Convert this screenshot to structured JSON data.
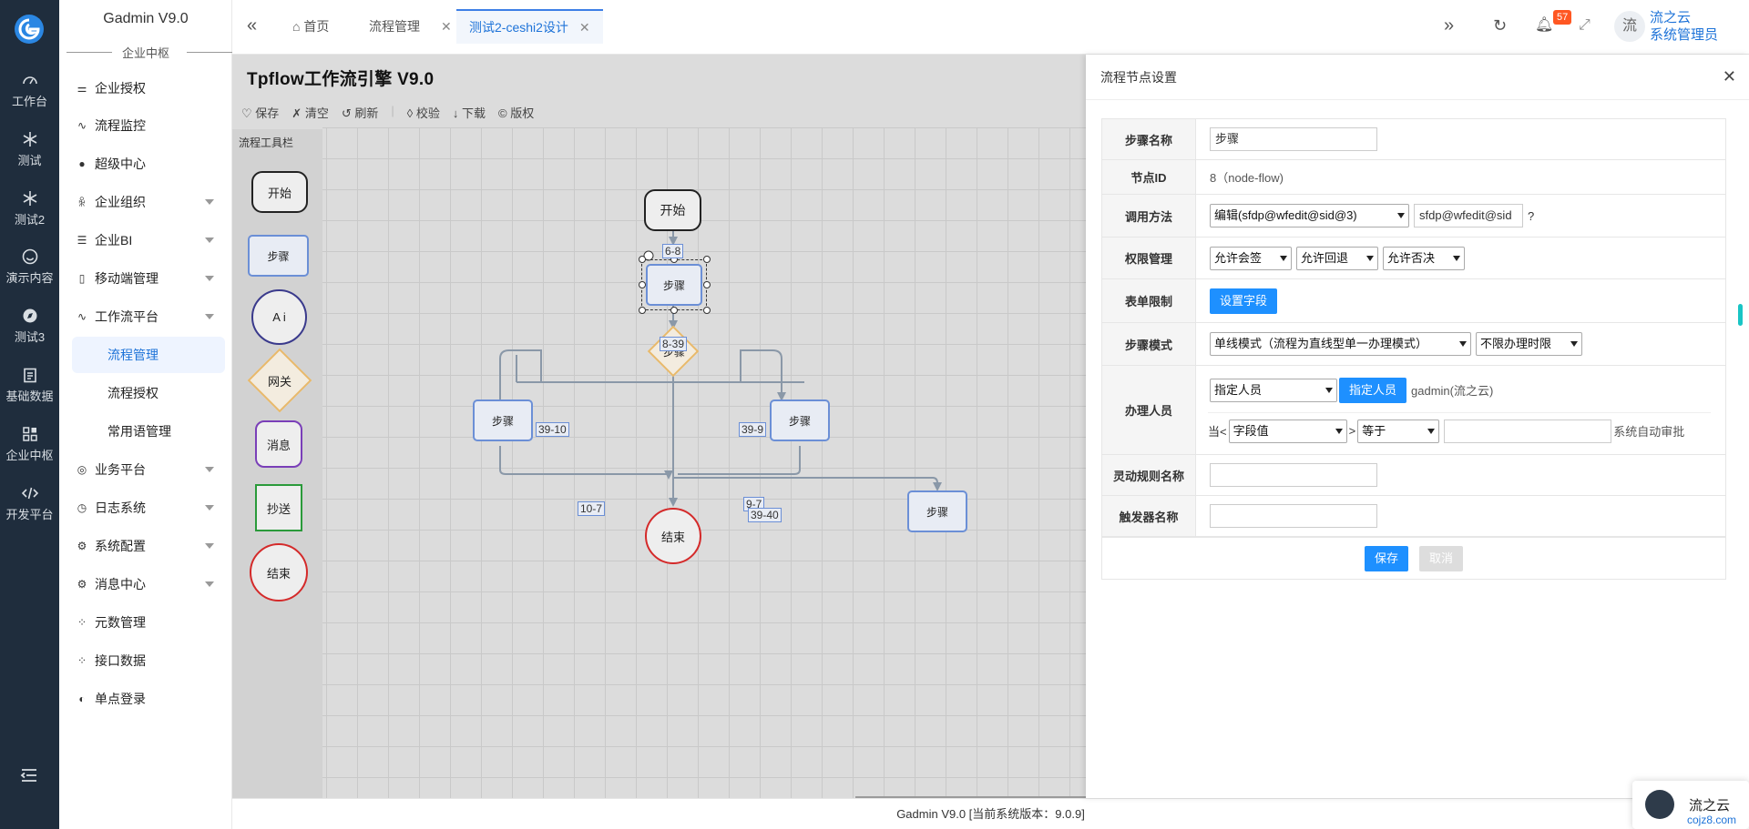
{
  "rail": {
    "items": [
      "工作台",
      "测试",
      "测试2",
      "演示内容",
      "测试3",
      "基础数据",
      "企业中枢",
      "开发平台"
    ]
  },
  "menu": {
    "brand": "Gadmin V9.0",
    "section": "企业中枢",
    "items": [
      "企业授权",
      "流程监控",
      "超级中心",
      "企业组织",
      "企业BI",
      "移动端管理",
      "工作流平台",
      "流程管理",
      "流程授权",
      "常用语管理",
      "业务平台",
      "日志系统",
      "系统配置",
      "消息中心",
      "元数管理",
      "接口数据",
      "单点登录"
    ]
  },
  "tabs": [
    "首页",
    "流程管理",
    "测试2-ceshi2设计"
  ],
  "header": {
    "badge": "57",
    "avatar": "流",
    "user_name": "流之云",
    "user_role": "系统管理员"
  },
  "designer": {
    "title": "Tpflow工作流引擎 V9.0",
    "toolbar": [
      "保存",
      "清空",
      "刷新",
      "校验",
      "下载",
      "版权"
    ],
    "palette_title": "流程工具栏",
    "palette": [
      "开始",
      "步骤",
      "A i",
      "网关",
      "消息",
      "抄送",
      "结束"
    ],
    "nodes": {
      "start": "开始",
      "step_main": "步骤",
      "gateway": "步骤",
      "step_left": "步骤",
      "step_right": "步骤",
      "end": "结束",
      "step_far": "步骤"
    },
    "edge_labels": [
      "6-8",
      "8-39",
      "39-10",
      "39-9",
      "10-7",
      "9-7",
      "39-40"
    ]
  },
  "panel": {
    "title": "流程节点设置",
    "labels": {
      "name": "步骤名称",
      "node_id": "节点ID",
      "method": "调用方法",
      "perm": "权限管理",
      "form": "表单限制",
      "mode": "步骤模式",
      "handler": "办理人员",
      "rule": "灵动规则名称",
      "trigger": "触发器名称"
    },
    "values": {
      "name": "步骤",
      "node_id": "8（node-flow)",
      "method_select": "编辑(sfdp@wfedit@sid@3)",
      "method_input": "sfdp@wfedit@sid",
      "method_q": "?",
      "perm1": "允许会签",
      "perm2": "允许回退",
      "perm3": "允许否决",
      "form_btn": "设置字段",
      "mode1": "单线模式（流程为直线型单一办理模式）",
      "mode2": "不限办理时限",
      "handler_select": "指定人员",
      "handler_btn": "指定人员",
      "handler_text": "gadmin(流之云)",
      "cond_prefix": "当<",
      "cond_field": "字段值",
      "cond_gt": ">",
      "cond_op": "等于",
      "cond_suffix": "系统自动审批"
    },
    "save": "保存",
    "cancel": "取消"
  },
  "footer": "Gadmin V9.0 [当前系统版本：9.0.9]",
  "corner": {
    "name": "流之云",
    "site": "cojz8.com"
  }
}
